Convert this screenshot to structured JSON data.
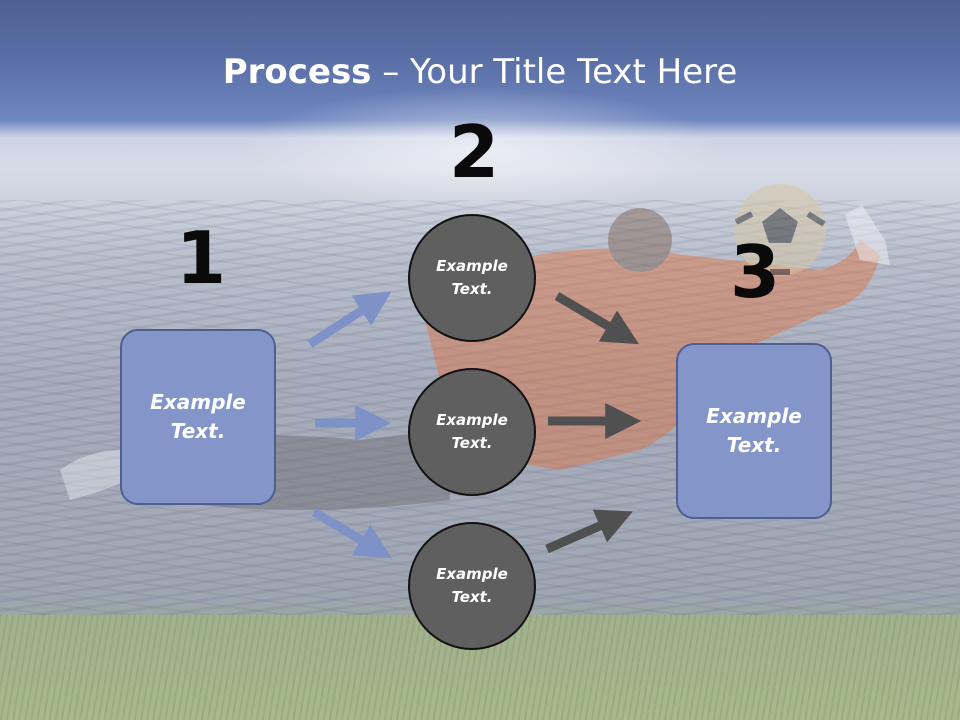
{
  "title": {
    "bold": "Process",
    "rest": " – Your Title Text Here"
  },
  "steps": [
    {
      "number": "1",
      "text_line1": "Example",
      "text_line2": "Text."
    },
    {
      "number": "2",
      "circles": [
        {
          "text_line1": "Example",
          "text_line2": "Text."
        },
        {
          "text_line1": "Example",
          "text_line2": "Text."
        },
        {
          "text_line1": "Example",
          "text_line2": "Text."
        }
      ]
    },
    {
      "number": "3",
      "text_line1": "Example",
      "text_line2": "Text."
    }
  ],
  "colors": {
    "box_fill": "#8395c9",
    "box_border": "#4f5f92",
    "circle_fill": "#5f5f5f",
    "blue_arrow": "#7f92c8",
    "dark_arrow": "#505050"
  },
  "background_icon": "soccer-goalkeeper-photo"
}
